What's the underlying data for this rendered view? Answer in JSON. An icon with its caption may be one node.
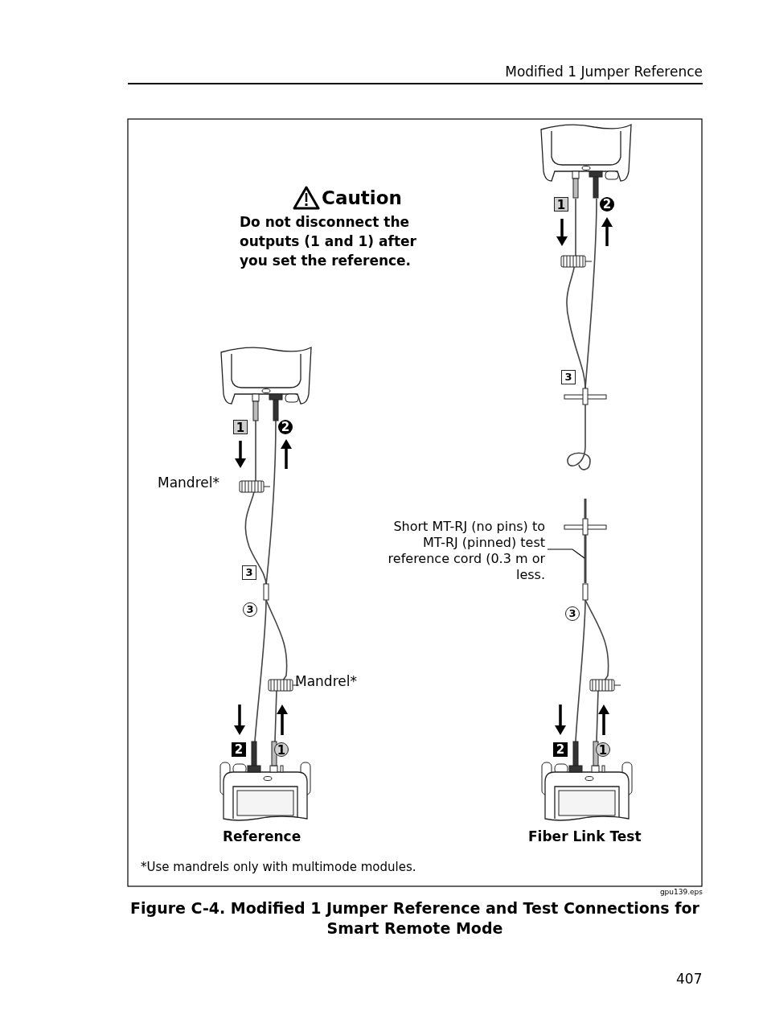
{
  "diagram": {
    "title": "Figure C-4. Modified 1 Jumper Reference and Test Connections for Smart Remote Mode",
    "nodes": [
      {
        "text": [
          "Short MT-RJ (no pins) to MT-RJ (pinned) test reference cord (0.3 m or less."
        ]
      },
      {
        "text": [],
        "shape": "cable"
      }
    ],
    "edges": [
      {
        "from": 0,
        "to": 1,
        "arrow": "none"
      }
    ],
    "labels": [
      "Modified 1 Jumper Reference",
      "Caution",
      "Do not disconnect the outputs (1 and 1) after you set the reference.",
      "1",
      "2",
      "3",
      "1",
      "2",
      "Mandrel*",
      "3",
      "3",
      "3",
      "Mandrel*",
      "2",
      "1",
      "2",
      "1",
      "Reference",
      "Fiber Link Test",
      "*Use mandrels only with multimode modules.",
      "gpu139.eps",
      "407"
    ]
  }
}
